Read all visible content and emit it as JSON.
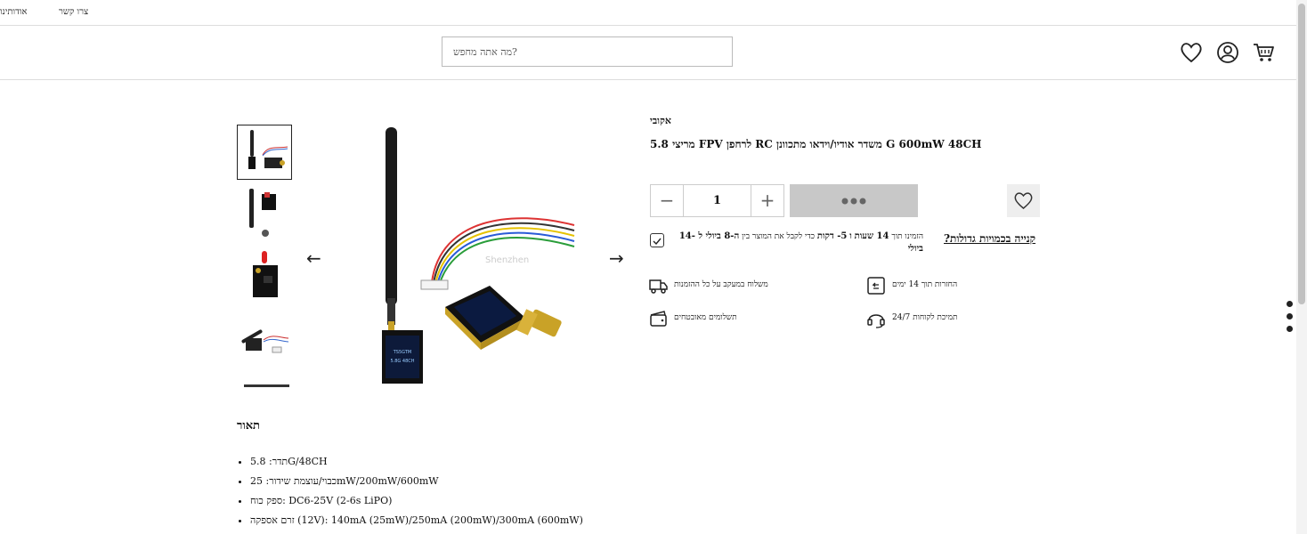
{
  "topbar": {
    "about": "אודותינו",
    "contact": "צרו קשר"
  },
  "header": {
    "search_placeholder": "?מה אתה מחפש",
    "icons": [
      "heart-icon",
      "user-icon",
      "cart-icon"
    ]
  },
  "gallery": {
    "thumbnails": [
      "thumb-1",
      "thumb-2",
      "thumb-3",
      "thumb-4"
    ],
    "prev_arrow": "←",
    "next_arrow": "→",
    "watermark": "Shenzhen"
  },
  "product": {
    "brand": "אקובי",
    "title": "5.8 מריצי FPV לרחפן RC משדר אודיו/וידאו מתכוונן G 600mW 48CH",
    "quantity": "1",
    "bulk_link": "?קנייה בכמויות גדולות",
    "delivery": {
      "prefix": "הזמינו תוך",
      "hours": "14 שעות",
      "and": "ו",
      "minutes": "5- דקות",
      "middle": "כדי לקבל את המוצר בין",
      "from": "ה-8 ביולי ל -14",
      "to": "ביולי"
    }
  },
  "features": [
    {
      "icon": "truck-icon",
      "text": "משלוח במעקב על כל ההזמנות"
    },
    {
      "icon": "return-icon",
      "text": "החזרות תוך 14 ימים"
    },
    {
      "icon": "wallet-icon",
      "text": "תשלומים מאובטחים"
    },
    {
      "icon": "headset-icon",
      "text": "24/7 תמיכת לקוחות"
    }
  ],
  "description": {
    "heading": "תאור",
    "items": [
      "תדר: 5.8G/48CH",
      "כבוי/עוצמת שידור: 25mW/200mW/600mW",
      "ספק כוח: DC6-25V (2-6s LiPO)",
      "זרם אספקה (12V): 140mA (25mW)/250mA (200mW)/300mA (600mW)"
    ]
  },
  "colors": {
    "accent": "#222222",
    "button_gray": "#c8c8c8",
    "wish_bg": "#eeeeee",
    "border": "#dddddd"
  }
}
